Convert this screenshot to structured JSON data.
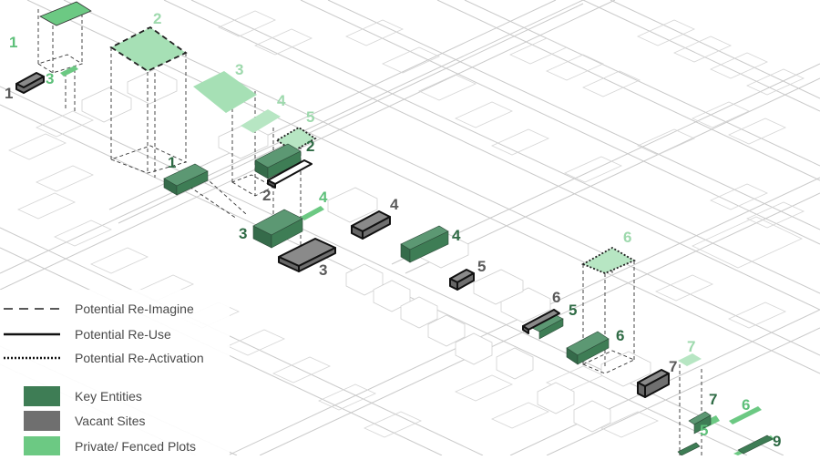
{
  "colors": {
    "key_entity": "#3e7d55",
    "key_entity_label": "#2f6b45",
    "vacant": "#6f6f6f",
    "vacant_label": "#5a5a5a",
    "private_plot": "#6cc983",
    "private_label": "#5ec07a",
    "light_label": "#9ed9ad",
    "context_line": "#c9c9c9"
  },
  "legend": {
    "reimagine": "Potential Re-Imagine",
    "reuse": "Potential Re-Use",
    "reactivation": "Potential Re-Activation",
    "key_entities": "Key Entities",
    "vacant_sites": "Vacant Sites",
    "private_plots": "Private/ Fenced Plots"
  },
  "labels": {
    "g1": "1",
    "g2": "2",
    "g3": "3",
    "g4": "4",
    "g5": "5",
    "g6": "6",
    "g7": "7",
    "g9": "9",
    "v1": "1",
    "v2": "2",
    "v3": "3",
    "v4": "4",
    "v5": "5",
    "v6": "6",
    "v7": "7",
    "p1": "1",
    "p2": "2",
    "p3": "3",
    "p4a": "4",
    "p4b": "4",
    "p5a": "5",
    "p5b": "5",
    "p6a": "6",
    "p6b": "6",
    "p7": "7",
    "k1": "1",
    "k2": "2",
    "k3": "3",
    "k4": "4",
    "k5": "5",
    "k6": "6"
  }
}
